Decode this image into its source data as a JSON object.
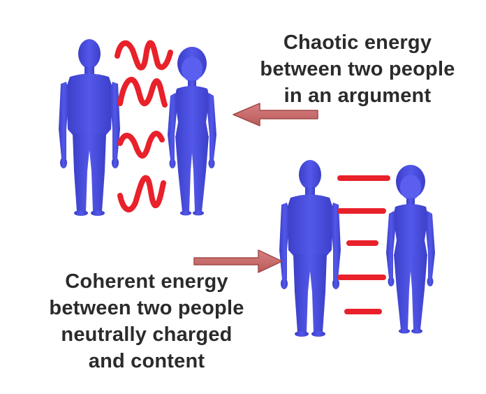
{
  "captions": {
    "chaotic": {
      "lines": [
        "Chaotic energy",
        "between two people",
        "in an argument"
      ]
    },
    "coherent": {
      "lines": [
        "Coherent energy",
        "between two people",
        "neutrally charged",
        "and content"
      ]
    }
  },
  "colors": {
    "figure": "#4a4fe0",
    "figure_shade": "#3438b8",
    "energy": "#e8212a",
    "arrow": "#c96a6a",
    "text": "#2b2b2b"
  },
  "icons": {
    "man": "man-figure-icon",
    "woman": "woman-figure-icon",
    "arrow": "right-arrow-icon"
  }
}
